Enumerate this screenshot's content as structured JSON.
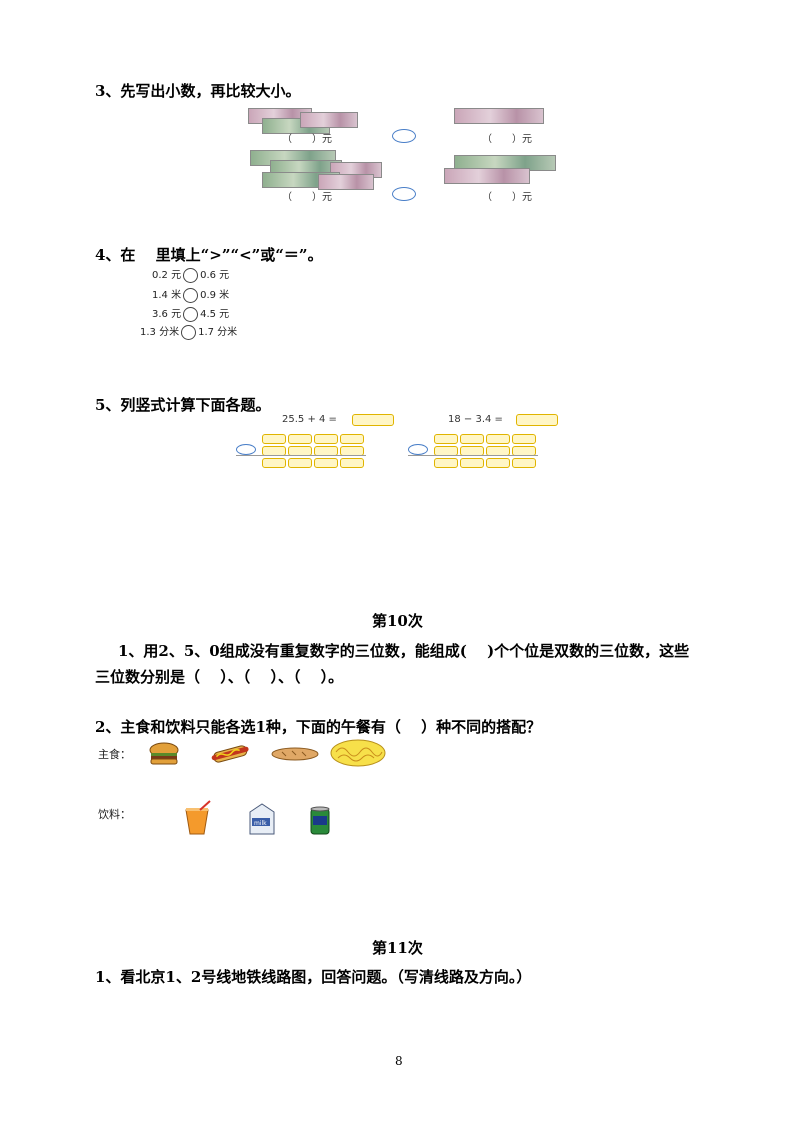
{
  "q3": {
    "title": "3、先写出小数，再比较大小。",
    "blank_yuan": "（　　）元"
  },
  "q4": {
    "title": "4、在　 里填上“>”“<”或“＝”。",
    "rows": [
      {
        "left": "0.2 元",
        "right": "0.6 元"
      },
      {
        "left": "1.4 米",
        "right": "0.9 米"
      },
      {
        "left": "3.6 元",
        "right": "4.5 元"
      },
      {
        "left": "1.3 分米",
        "right": "1.7 分米"
      }
    ]
  },
  "q5": {
    "title": "5、列竖式计算下面各题。",
    "problems": [
      "25.5 + 4 =",
      "18 − 3.4 ="
    ]
  },
  "section10": {
    "heading": "第10次",
    "q1_line1": "1、用2、5、0组成没有重复数字的三位数，能组成(　 )个个位是双数的三位数，这些",
    "q1_line2": "三位数分别是（　 ）、（　 ）、（　 ）。",
    "q2": "2、主食和饮料只能各选1种，下面的午餐有（　 ）种不同的搭配？",
    "staple_label": "主食：",
    "drink_label": "饮料："
  },
  "section11": {
    "heading": "第11次",
    "q1": "1、看北京1、2号线地铁线路图，回答问题。（写清线路及方向。）"
  },
  "page_number": "8"
}
